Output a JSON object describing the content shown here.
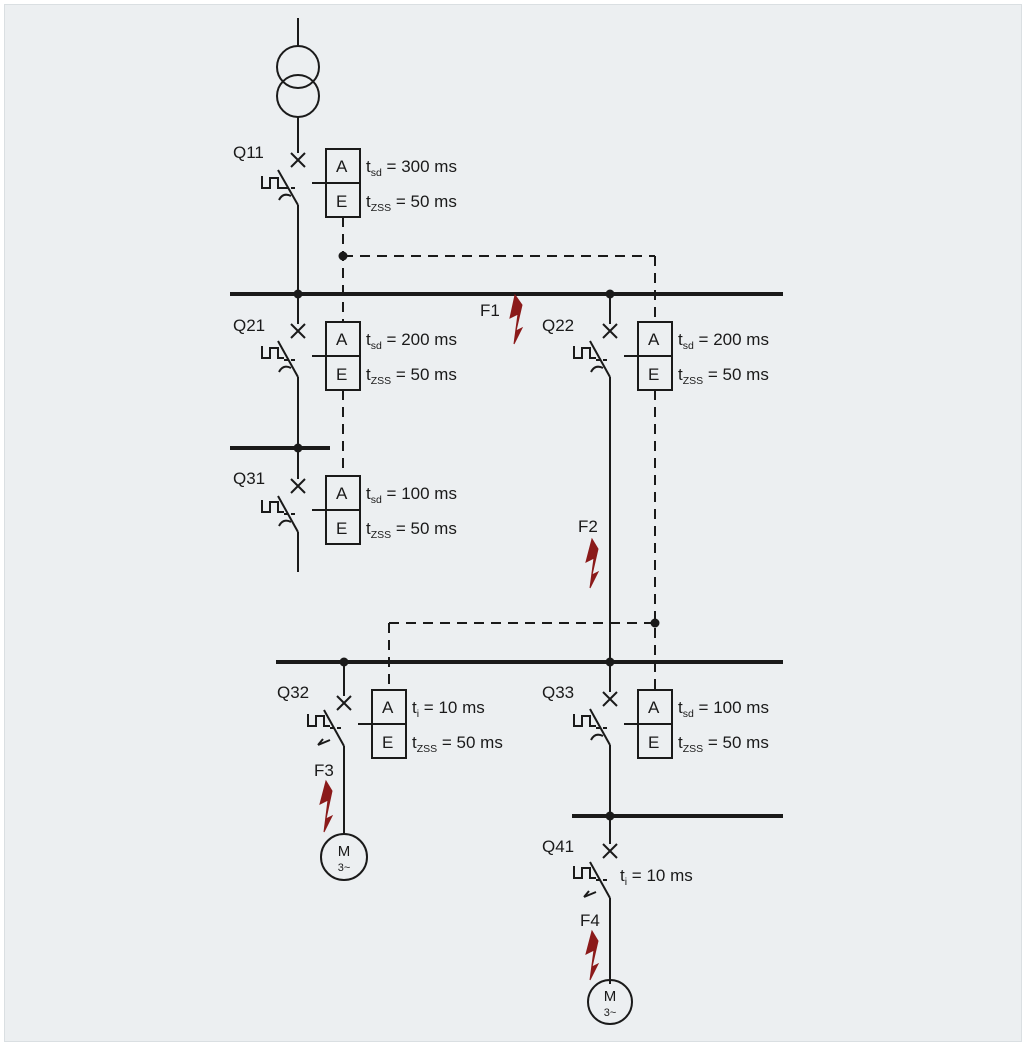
{
  "diagram": {
    "breakers": {
      "Q11": "Q11",
      "Q21": "Q21",
      "Q22": "Q22",
      "Q31": "Q31",
      "Q32": "Q32",
      "Q33": "Q33",
      "Q41": "Q41"
    },
    "faults": {
      "F1": "F1",
      "F2": "F2",
      "F3": "F3",
      "F4": "F4"
    },
    "unit_letters": {
      "alarm": "A",
      "earth": "E"
    },
    "settings": {
      "q11_tsd": {
        "sym": "t",
        "sub": "sd",
        "val": " = 300 ms"
      },
      "q11_tzss": {
        "sym": "t",
        "sub": "ZSS",
        "val": " = 50 ms"
      },
      "q21_tsd": {
        "sym": "t",
        "sub": "sd",
        "val": " = 200 ms"
      },
      "q21_tzss": {
        "sym": "t",
        "sub": "ZSS",
        "val": " = 50 ms"
      },
      "q22_tsd": {
        "sym": "t",
        "sub": "sd",
        "val": " = 200 ms"
      },
      "q22_tzss": {
        "sym": "t",
        "sub": "ZSS",
        "val": " = 50 ms"
      },
      "q31_tsd": {
        "sym": "t",
        "sub": "sd",
        "val": " = 100 ms"
      },
      "q31_tzss": {
        "sym": "t",
        "sub": "ZSS",
        "val": " = 50 ms"
      },
      "q32_ti": {
        "sym": "t",
        "sub": "i",
        "val": " = 10 ms"
      },
      "q32_tzss": {
        "sym": "t",
        "sub": "ZSS",
        "val": " = 50 ms"
      },
      "q33_tsd": {
        "sym": "t",
        "sub": "sd",
        "val": " = 100 ms"
      },
      "q33_tzss": {
        "sym": "t",
        "sub": "ZSS",
        "val": " = 50 ms"
      },
      "q41_ti": {
        "sym": "t",
        "sub": "i",
        "val": " = 10 ms"
      }
    },
    "motors": {
      "m1": {
        "name": "M",
        "phase": "3~"
      },
      "m2": {
        "name": "M",
        "phase": "3~"
      }
    },
    "colors": {
      "line": "#1a1a1a",
      "fault": "#8b1a1a",
      "background": "#eceff1"
    }
  }
}
